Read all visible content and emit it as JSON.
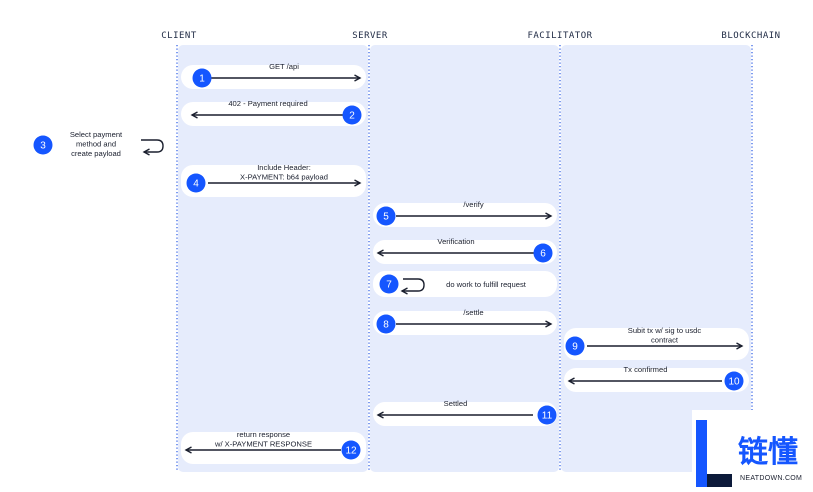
{
  "columns": [
    {
      "name": "CLIENT"
    },
    {
      "name": "SERVER"
    },
    {
      "name": "FACILITATOR"
    },
    {
      "name": "BLOCKCHAIN"
    }
  ],
  "steps": [
    {
      "num": "1",
      "lines": [
        "GET /api"
      ]
    },
    {
      "num": "2",
      "lines": [
        "402 - Payment required"
      ]
    },
    {
      "num": "3",
      "lines": [
        "Select payment",
        "method and",
        "create payload"
      ]
    },
    {
      "num": "4",
      "lines": [
        "Include Header:",
        "X-PAYMENT: b64 payload"
      ]
    },
    {
      "num": "5",
      "lines": [
        "/verify"
      ]
    },
    {
      "num": "6",
      "lines": [
        "Verification"
      ]
    },
    {
      "num": "7",
      "lines": [
        "do work to fulfill request"
      ]
    },
    {
      "num": "8",
      "lines": [
        "/settle"
      ]
    },
    {
      "num": "9",
      "lines": [
        "Subit tx w/ sig to usdc",
        "contract"
      ]
    },
    {
      "num": "10",
      "lines": [
        "Tx confirmed"
      ]
    },
    {
      "num": "11",
      "lines": [
        "Settled"
      ]
    },
    {
      "num": "12",
      "lines": [
        "return response",
        "w/ X-PAYMENT RESPONSE"
      ]
    }
  ],
  "watermark": {
    "cn": "链懂",
    "en": "NEATDOWN.COM"
  },
  "colors": {
    "accent": "#1556ff",
    "lane": "#e6ecfc",
    "line": "#3a66e6",
    "arrow": "#1a1f2e"
  }
}
